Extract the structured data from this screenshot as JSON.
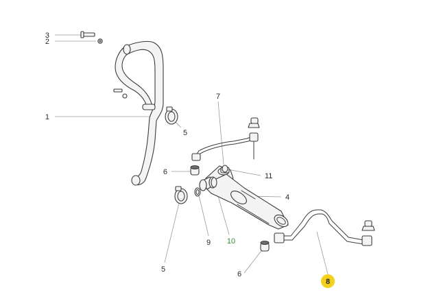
{
  "diagram": {
    "callouts": [
      {
        "id": "c3",
        "label": "3"
      },
      {
        "id": "c2",
        "label": "2"
      },
      {
        "id": "c1",
        "label": "1"
      },
      {
        "id": "c5a",
        "label": "5"
      },
      {
        "id": "c7",
        "label": "7"
      },
      {
        "id": "c6a",
        "label": "6"
      },
      {
        "id": "c11",
        "label": "11"
      },
      {
        "id": "c4",
        "label": "4"
      },
      {
        "id": "c9",
        "label": "9"
      },
      {
        "id": "c10",
        "label": "10"
      },
      {
        "id": "c5b",
        "label": "5"
      },
      {
        "id": "c6b",
        "label": "6"
      }
    ],
    "highlighted_callout": {
      "label": "8",
      "color": "#f3d11a"
    },
    "accent_color": "#2e8b3a"
  }
}
